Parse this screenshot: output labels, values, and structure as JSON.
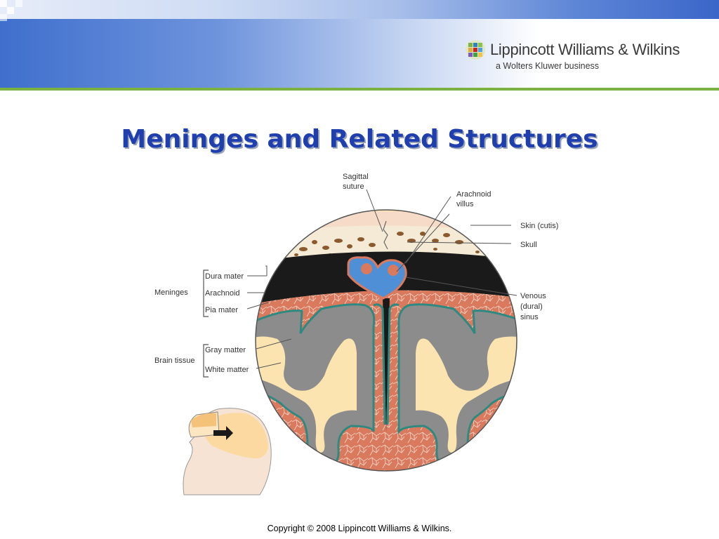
{
  "header": {
    "publisher_name": "Lippincott Williams & Wilkins",
    "publisher_tagline": "a Wolters Kluwer business"
  },
  "slide": {
    "title": "Meninges and Related Structures"
  },
  "diagram": {
    "labels": {
      "sagittal_suture_1": "Sagittal",
      "sagittal_suture_2": "suture",
      "arachnoid_villus_1": "Arachnoid",
      "arachnoid_villus_2": "villus",
      "skin": "Skin (cutis)",
      "skull": "Skull",
      "dura_mater": "Dura mater",
      "meninges": "Meninges",
      "arachnoid": "Arachnoid",
      "pia_mater": "Pia mater",
      "venous_1": "Venous",
      "venous_2": "(dural)",
      "venous_3": "sinus",
      "brain_tissue": "Brain tissue",
      "gray_matter": "Gray matter",
      "white_matter": "White matter"
    },
    "colors": {
      "skin": "#f6dcc8",
      "skull": "#f4ead6",
      "dura": "#1a1a1a",
      "arachnoid_space": "#d9795d",
      "pia": "#2e8a80",
      "gray_matter": "#8c8c8c",
      "white_matter": "#fbe4b0",
      "venous_sinus": "#4f8fd6"
    }
  },
  "footer": {
    "copyright": "Copyright © 2008 Lippincott Williams & Wilkins."
  }
}
